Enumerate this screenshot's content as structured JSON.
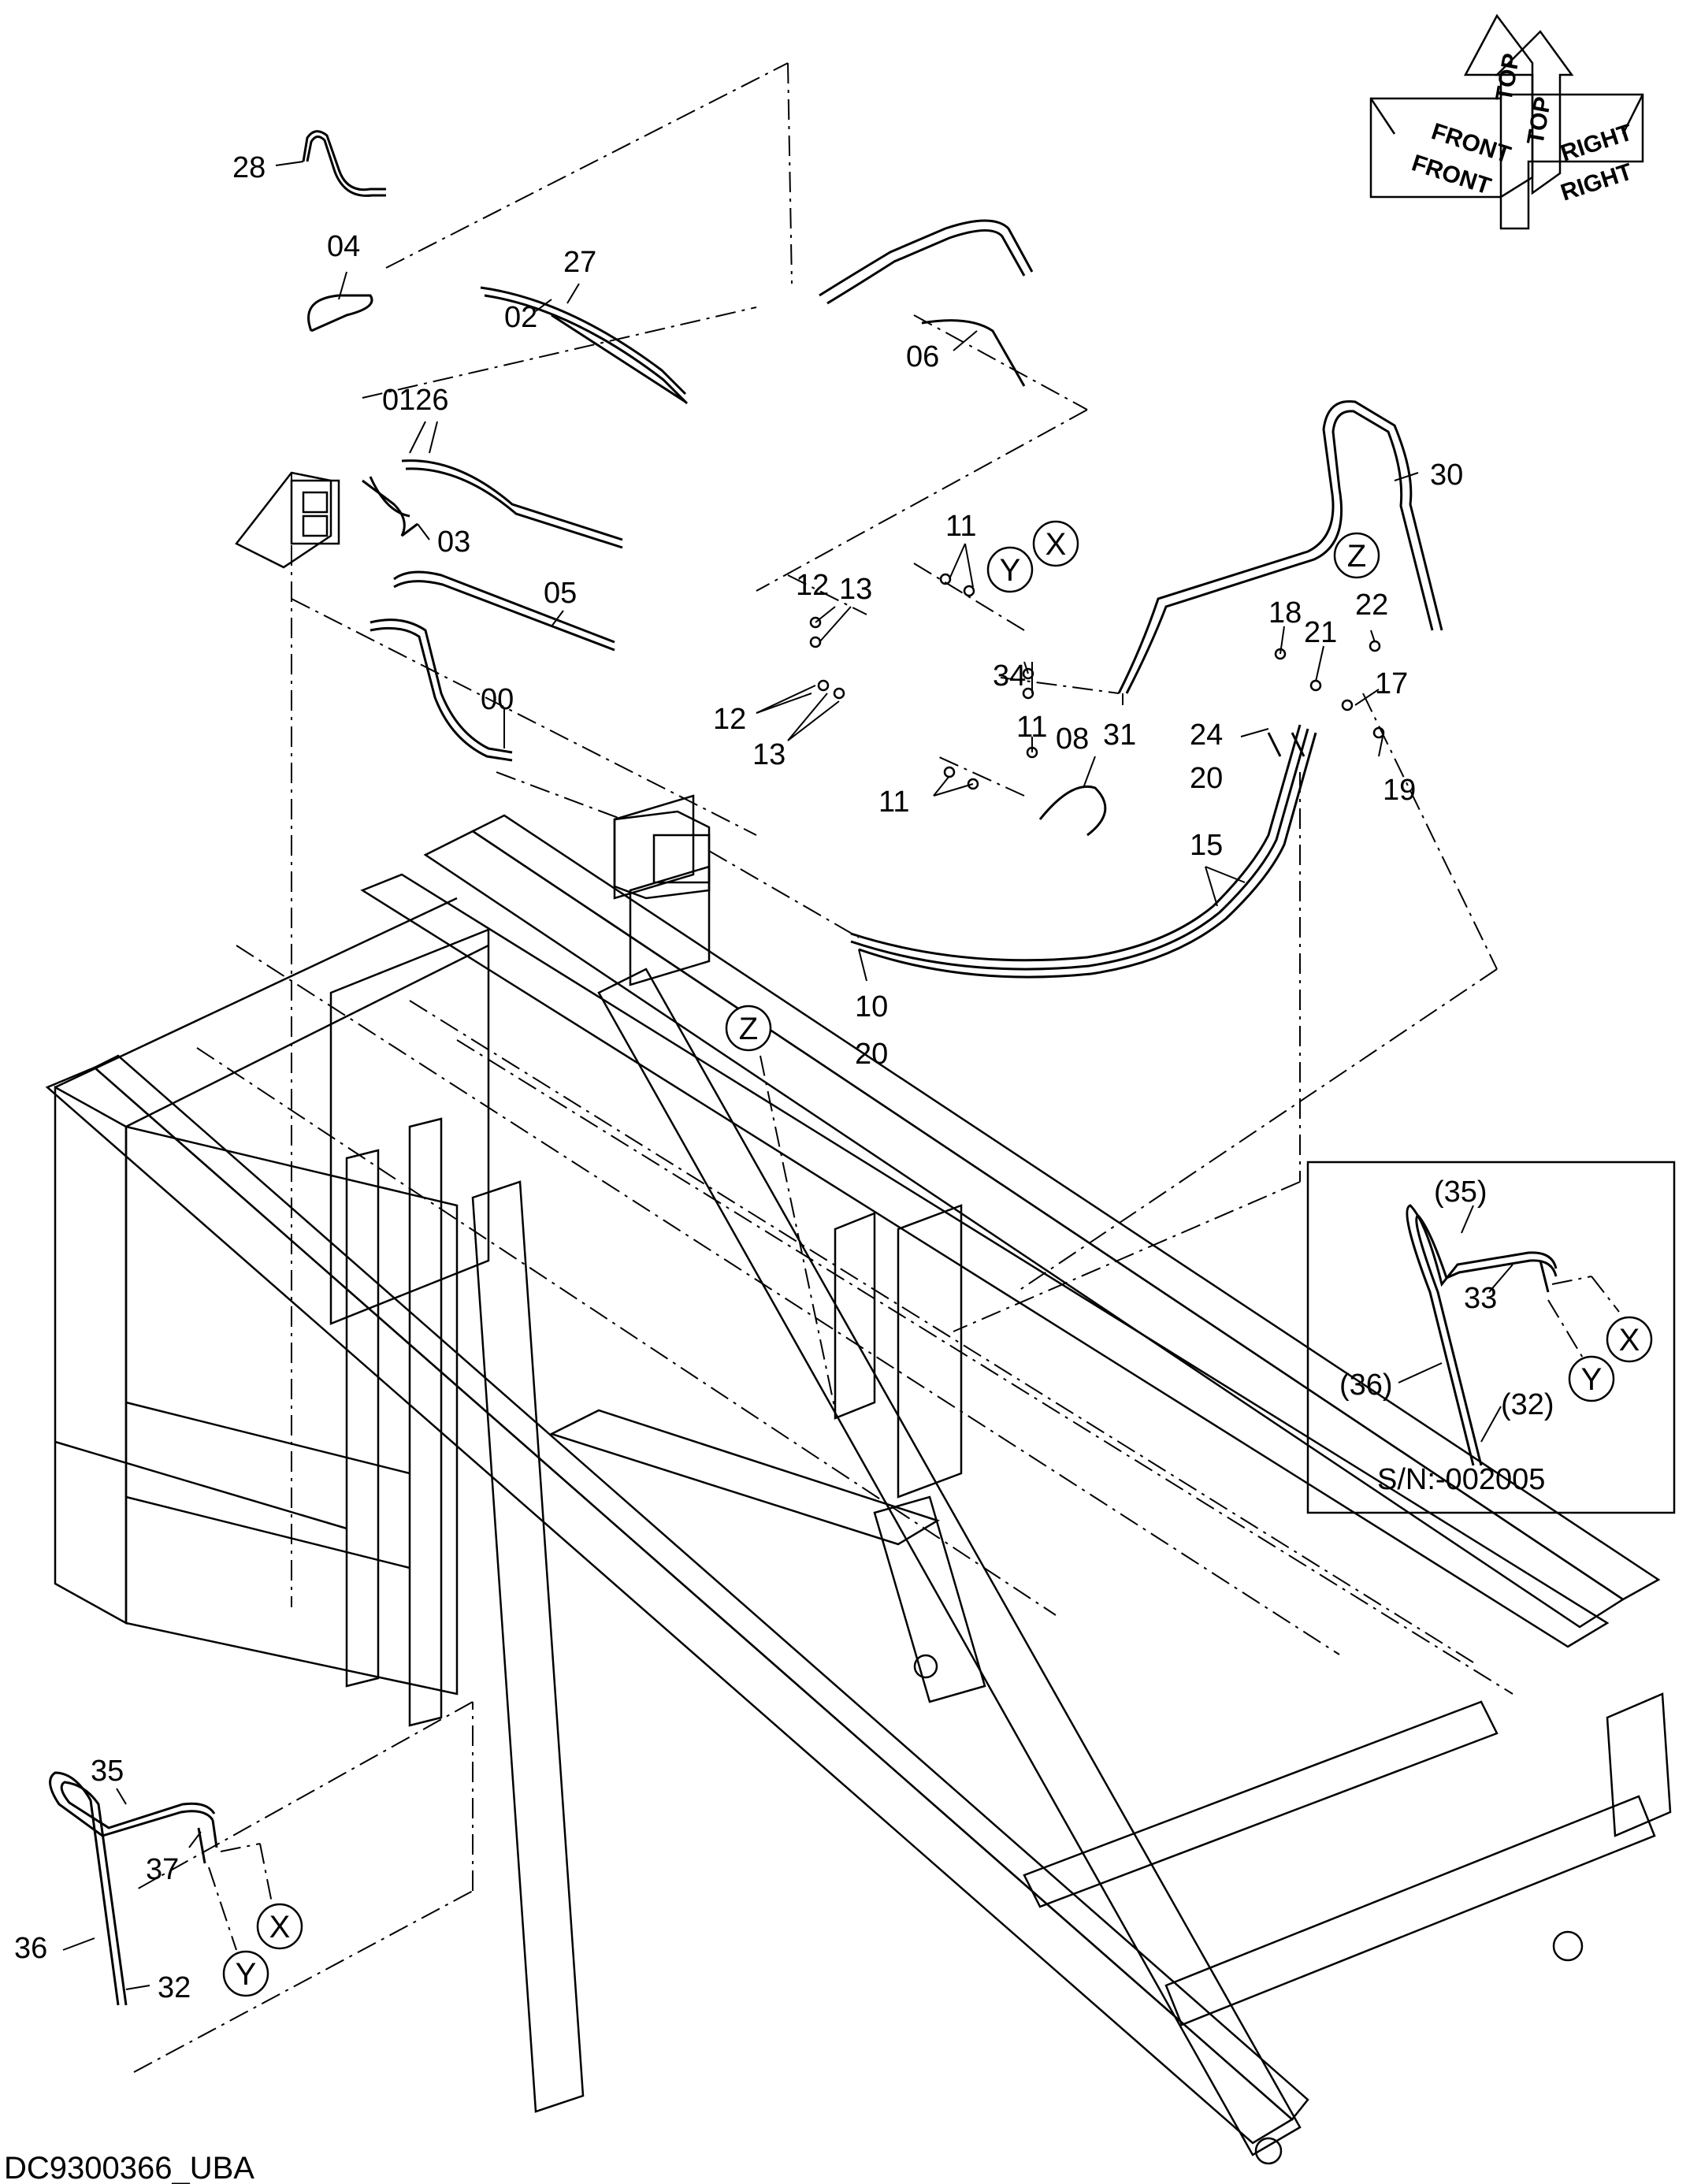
{
  "document_code": "DC9300366_UBA",
  "orientation": {
    "front": "FRONT",
    "top": "TOP",
    "right": "RIGHT"
  },
  "callouts": {
    "c28": "28",
    "c04": "04",
    "c27": "27",
    "c02": "02",
    "c0126": "0126",
    "c03": "03",
    "c05": "05",
    "c06": "06",
    "c00": "00",
    "c11a": "11",
    "c12a": "12",
    "c13a": "13",
    "c12b": "12",
    "c13b": "13",
    "c11b": "11",
    "c08": "08",
    "c11c": "11",
    "c34": "34",
    "c31": "31",
    "c30": "30",
    "c18": "18",
    "c21": "21",
    "c22": "22",
    "c17": "17",
    "c24": "24",
    "c20a": "20",
    "c19": "19",
    "c15": "15",
    "c10": "10",
    "c20b": "20",
    "c35": "35",
    "c37": "37",
    "c36": "36",
    "c32": "32"
  },
  "references": {
    "x": "X",
    "y": "Y",
    "z": "Z"
  },
  "inset": {
    "c35": "(35)",
    "c33": "33",
    "c36": "(36)",
    "c32": "(32)",
    "serial": "S/N:-002005"
  }
}
